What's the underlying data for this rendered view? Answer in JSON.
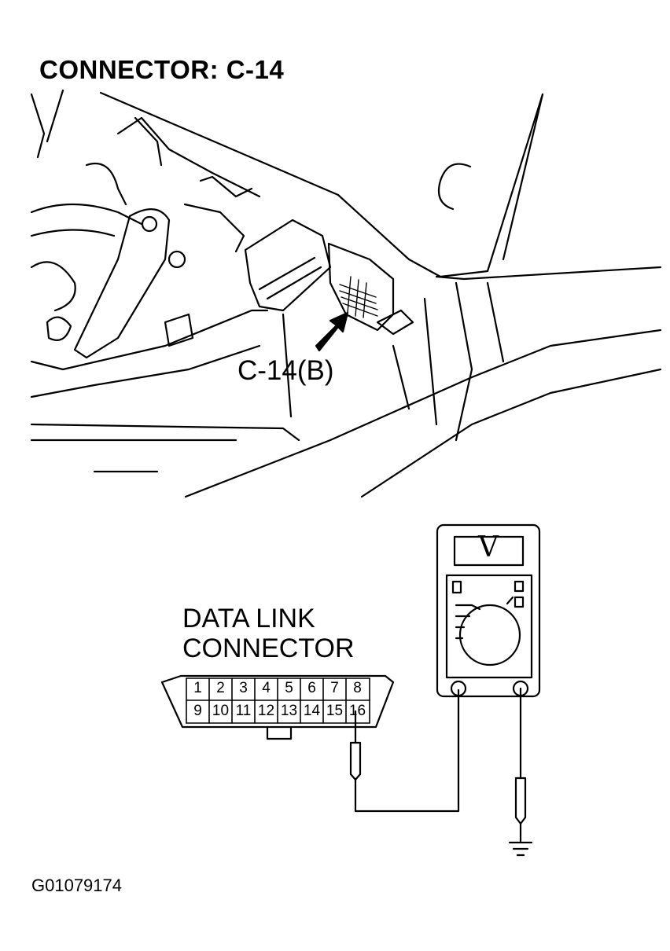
{
  "title": "CONNECTOR: C-14",
  "callout_label": "C-14(B)",
  "dlc_label_line1": "DATA LINK",
  "dlc_label_line2": "CONNECTOR",
  "pins_top": [
    "1",
    "2",
    "3",
    "4",
    "5",
    "6",
    "7",
    "8"
  ],
  "pins_bottom": [
    "9",
    "10",
    "11",
    "12",
    "13",
    "14",
    "15",
    "16"
  ],
  "meter_display": "V",
  "figure_id": "G01079174",
  "icons": [
    "arrow-icon",
    "ground-symbol-icon",
    "voltmeter-icon"
  ]
}
